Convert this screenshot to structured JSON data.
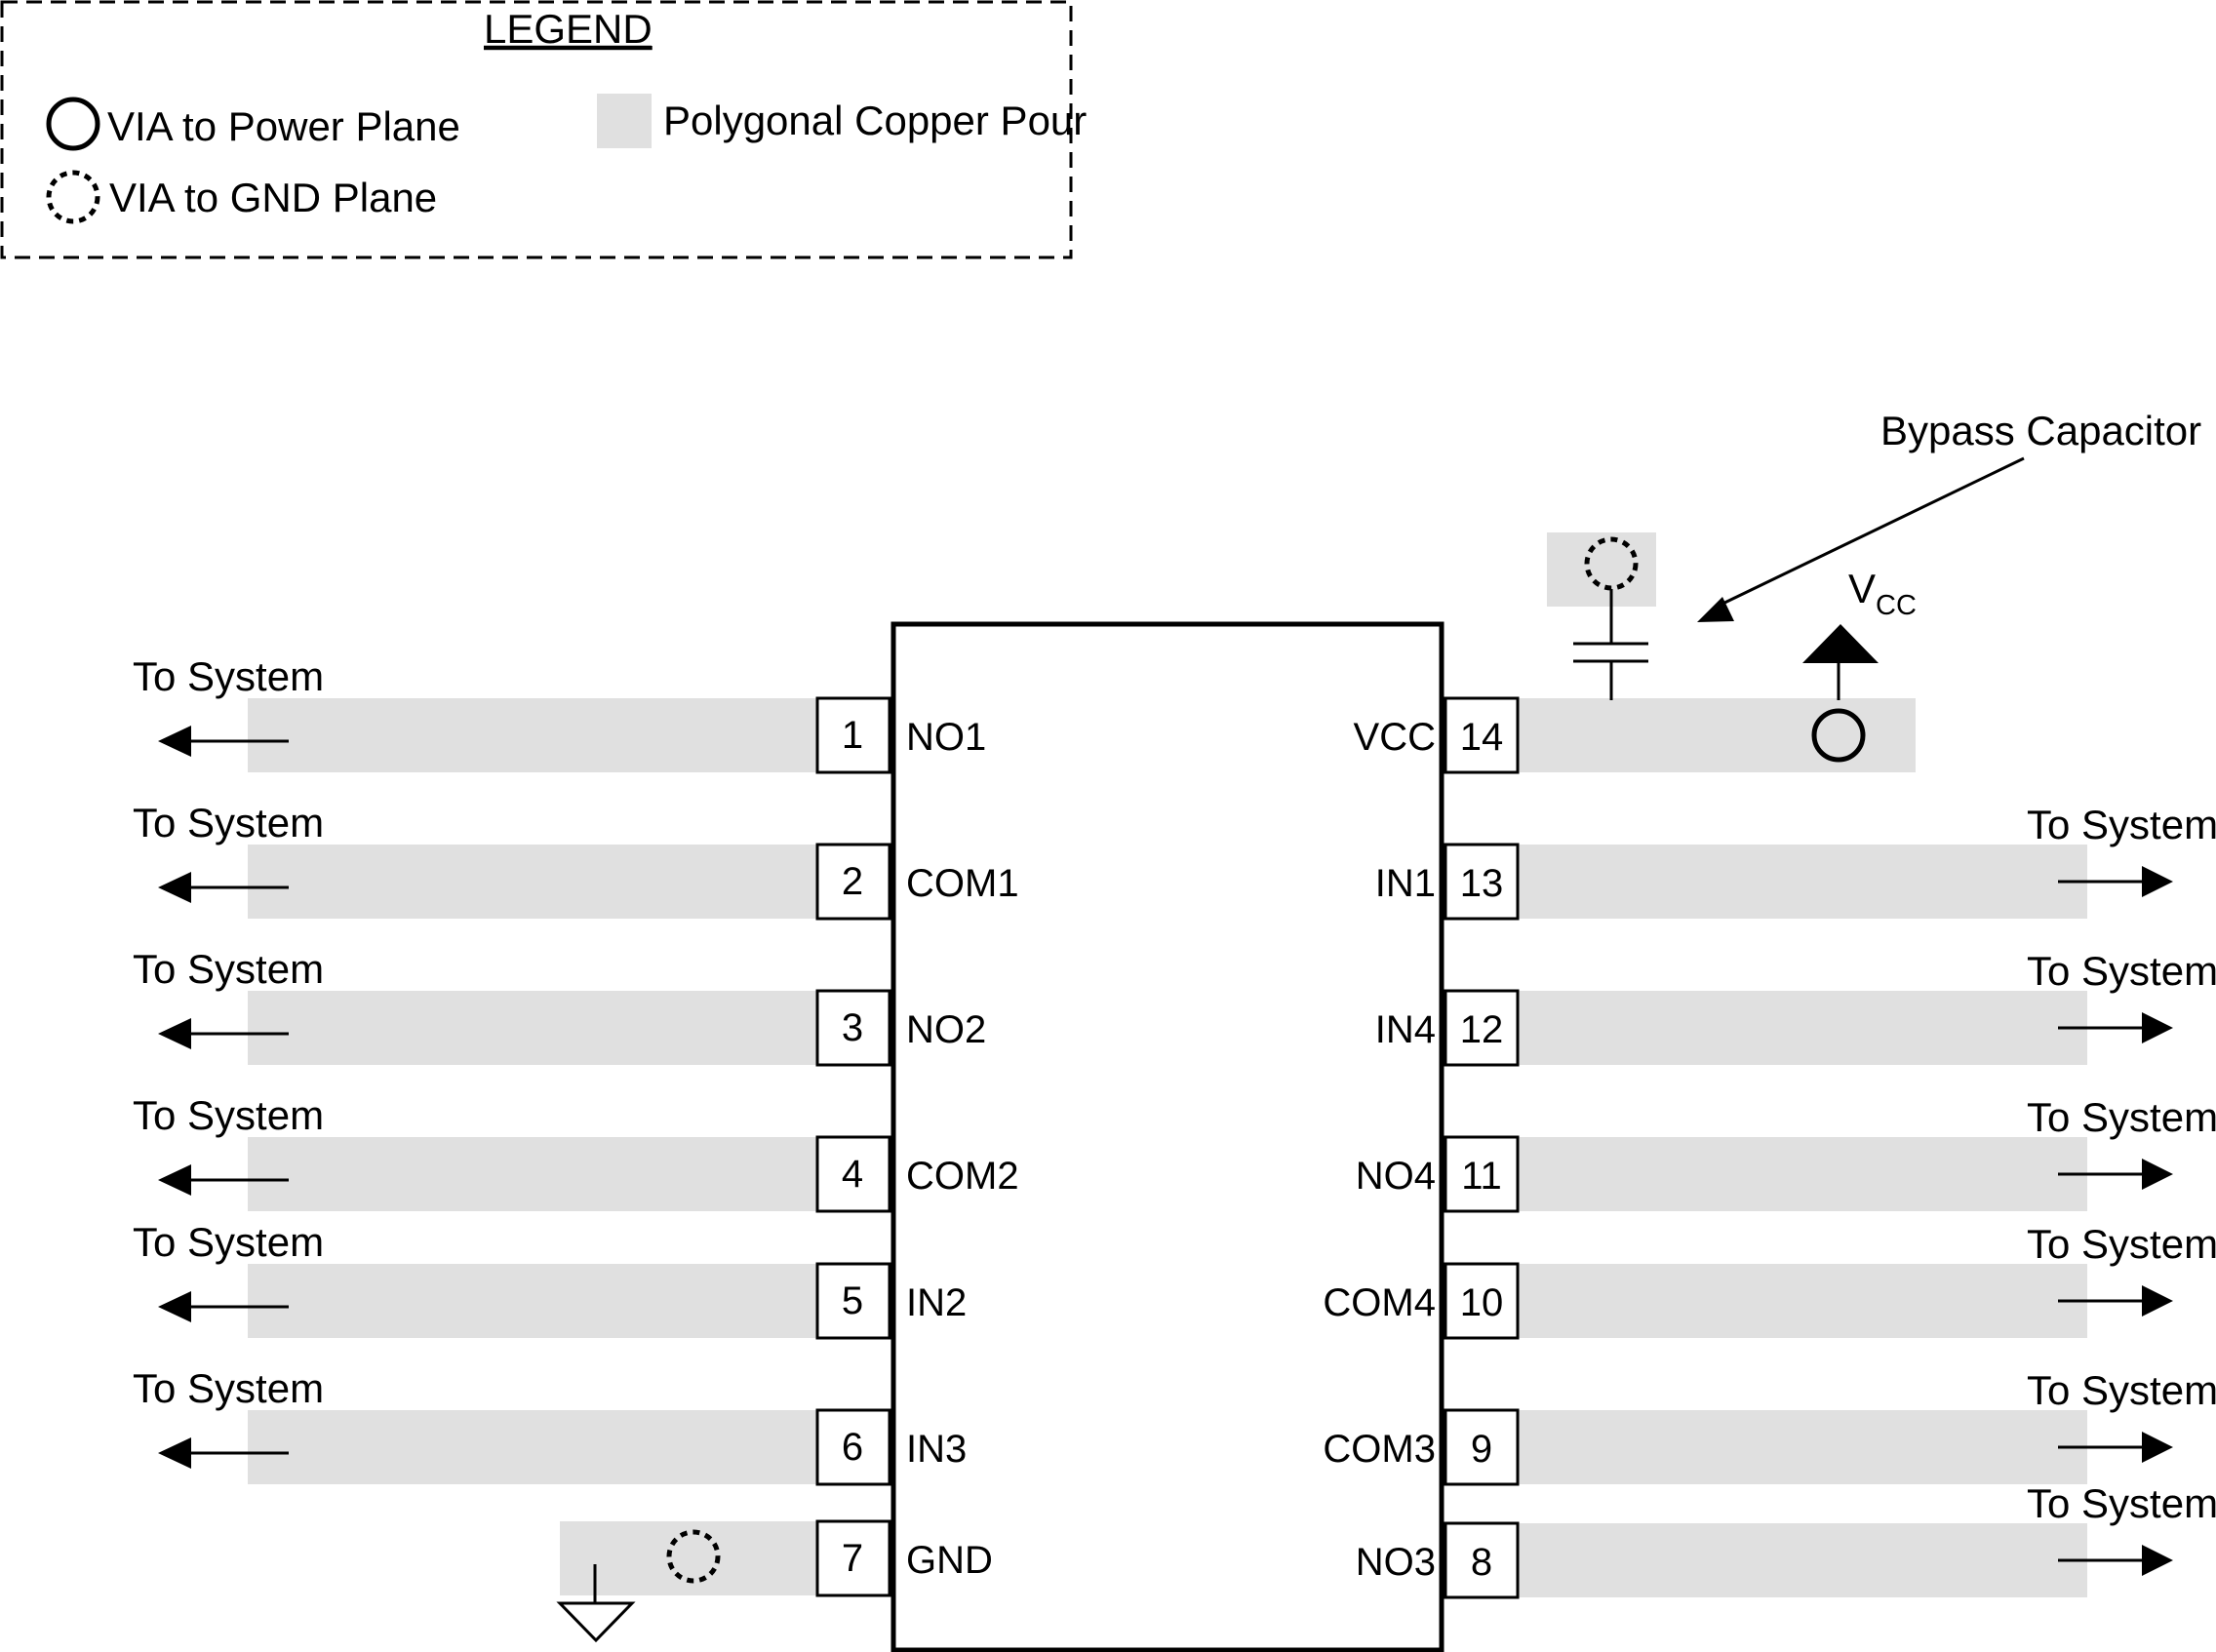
{
  "legend": {
    "title": "LEGEND",
    "power_via": "VIA to Power Plane",
    "gnd_via": "VIA to GND Plane",
    "copper_pour": "Polygonal Copper Pour"
  },
  "annotations": {
    "bypass_capacitor": "Bypass Capacitor",
    "vcc_main": "V",
    "vcc_sub": "CC",
    "to_system": "To System"
  },
  "pins_left": [
    {
      "number": "1",
      "name": "NO1",
      "arrow": true
    },
    {
      "number": "2",
      "name": "COM1",
      "arrow": true
    },
    {
      "number": "3",
      "name": "NO2",
      "arrow": true
    },
    {
      "number": "4",
      "name": "COM2",
      "arrow": true
    },
    {
      "number": "5",
      "name": "IN2",
      "arrow": true
    },
    {
      "number": "6",
      "name": "IN3",
      "arrow": true
    },
    {
      "number": "7",
      "name": "GND",
      "arrow": false
    }
  ],
  "pins_right": [
    {
      "number": "14",
      "name": "VCC",
      "arrow": false
    },
    {
      "number": "13",
      "name": "IN1",
      "arrow": true
    },
    {
      "number": "12",
      "name": "IN4",
      "arrow": true
    },
    {
      "number": "11",
      "name": "NO4",
      "arrow": true
    },
    {
      "number": "10",
      "name": "COM4",
      "arrow": true
    },
    {
      "number": "9",
      "name": "COM3",
      "arrow": true
    },
    {
      "number": "8",
      "name": "NO3",
      "arrow": true
    }
  ],
  "colors": {
    "copper_pour": "#e0e0e0",
    "line": "#000000",
    "background": "#ffffff"
  }
}
